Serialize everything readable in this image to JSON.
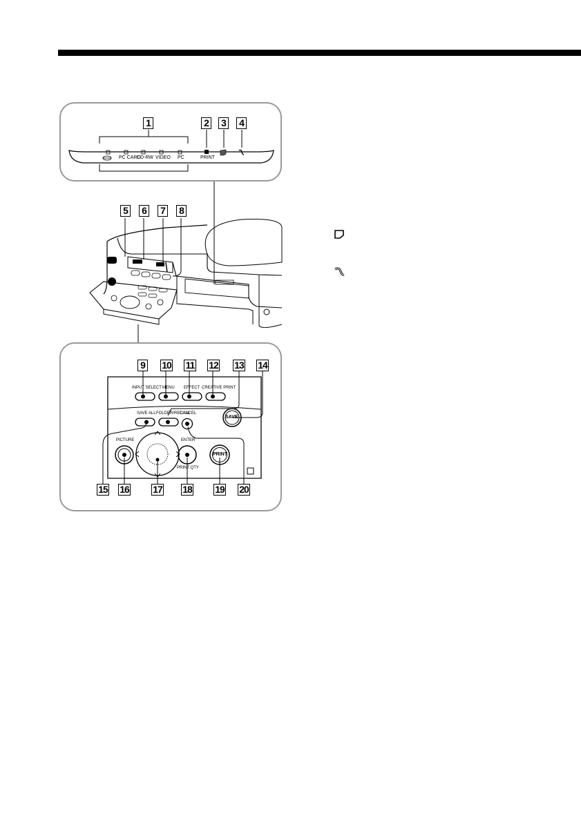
{
  "callouts": [
    "1",
    "2",
    "3",
    "4",
    "5",
    "6",
    "7",
    "8",
    "9",
    "10",
    "11",
    "12",
    "13",
    "14",
    "15",
    "16",
    "17",
    "18",
    "19",
    "20"
  ],
  "indicators": {
    "pc_card": "PC CARD",
    "cd_rw": "CD-RW",
    "video": "VIDEO",
    "pc": "PC",
    "print": "PRINT"
  },
  "buttons": {
    "input_select": "INPUT SELECT",
    "menu": "MENU",
    "effect": "EFFECT",
    "creative_print": "CREATIVE PRINT",
    "save_all": "SAVE ALL",
    "folder_recall": "FOLDER/RECALL",
    "cancel": "CANCEL",
    "save": "SAVE",
    "picture": "PICTURE",
    "enter": "ENTER",
    "print_qty": "PRINT QTY",
    "print": "PRINT"
  },
  "icons": [
    "memory-stick-icon",
    "paper-icon",
    "ribbon-icon"
  ]
}
